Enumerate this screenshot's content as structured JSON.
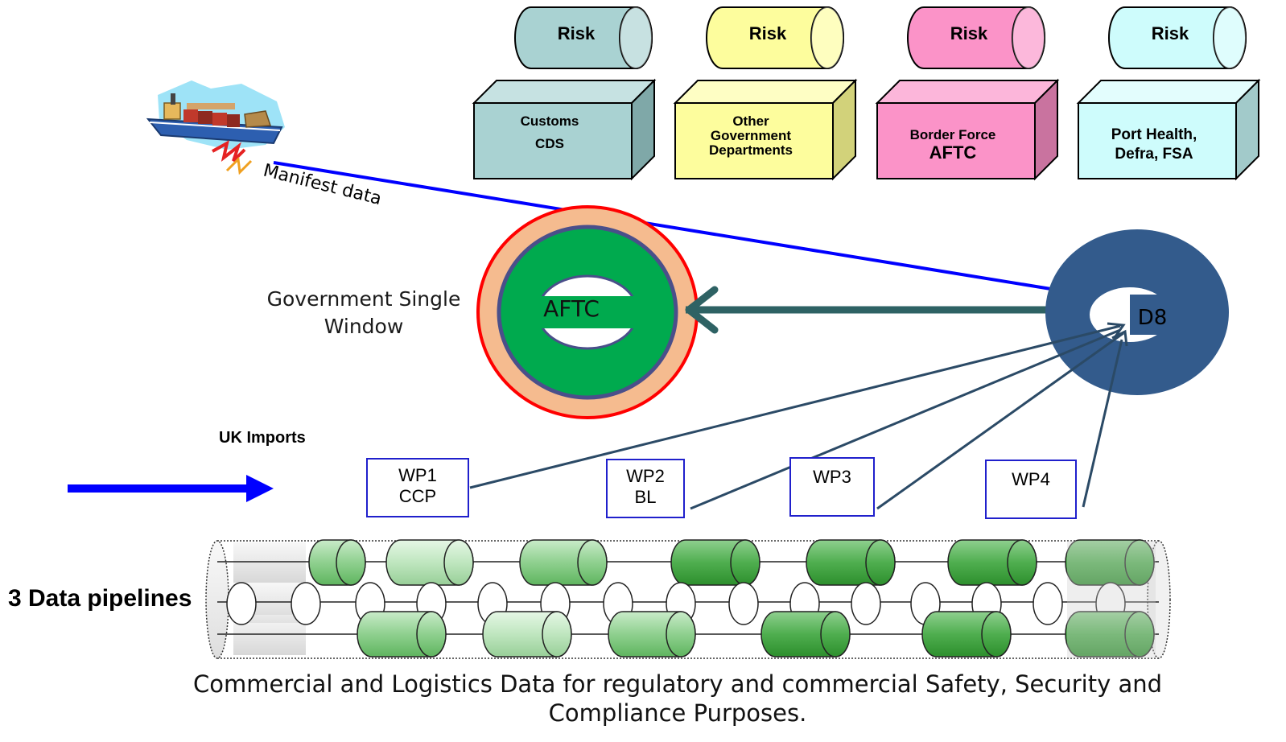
{
  "risk_label": "Risk",
  "agencies": [
    {
      "lines": [
        "Customs",
        "CDS"
      ],
      "front": "#a9d2d2",
      "top": "#c6e2e2",
      "side": "#7fa8a8",
      "cyl": "#a9d2d2"
    },
    {
      "lines": [
        "Other",
        "Government",
        "Departments"
      ],
      "front": "#fdfd9d",
      "top": "#fefec4",
      "side": "#d2d27a",
      "cyl": "#fdfd9d"
    },
    {
      "lines": [
        "Border Force",
        "AFTC"
      ],
      "front": "#fb93c8",
      "top": "#fcb6da",
      "side": "#c9739f",
      "cyl": "#fb93c8"
    },
    {
      "lines": [
        "Port Health,",
        "Defra, FSA"
      ],
      "front": "#cefcfc",
      "top": "#e3fdfd",
      "side": "#a2caca",
      "cyl": "#cefcfc"
    }
  ],
  "manifest_label": "Manifest data",
  "gsw_label": [
    "Government Single",
    "Window"
  ],
  "aftc_label": "AFTC",
  "d8_label": "D8",
  "uk_imports_label": "UK Imports",
  "work_packages": [
    {
      "lines": [
        "WP1",
        "CCP"
      ]
    },
    {
      "lines": [
        "WP2",
        "BL"
      ]
    },
    {
      "lines": [
        "WP3"
      ]
    },
    {
      "lines": [
        "WP4"
      ]
    }
  ],
  "pipelines_label": "3 Data pipelines",
  "caption": [
    "Commercial and Logistics Data for regulatory and commercial Safety, Security and",
    "Compliance Purposes."
  ],
  "colors": {
    "arrow_blue": "#0000ff",
    "d8_ring": "#335b8c",
    "connector": "#2b4a66",
    "aftc_green": "#00aa4e",
    "aftc_outer": "#f5bb8f",
    "aftc_outer_stroke": "#ff0000",
    "wp_border": "#2020cc"
  }
}
